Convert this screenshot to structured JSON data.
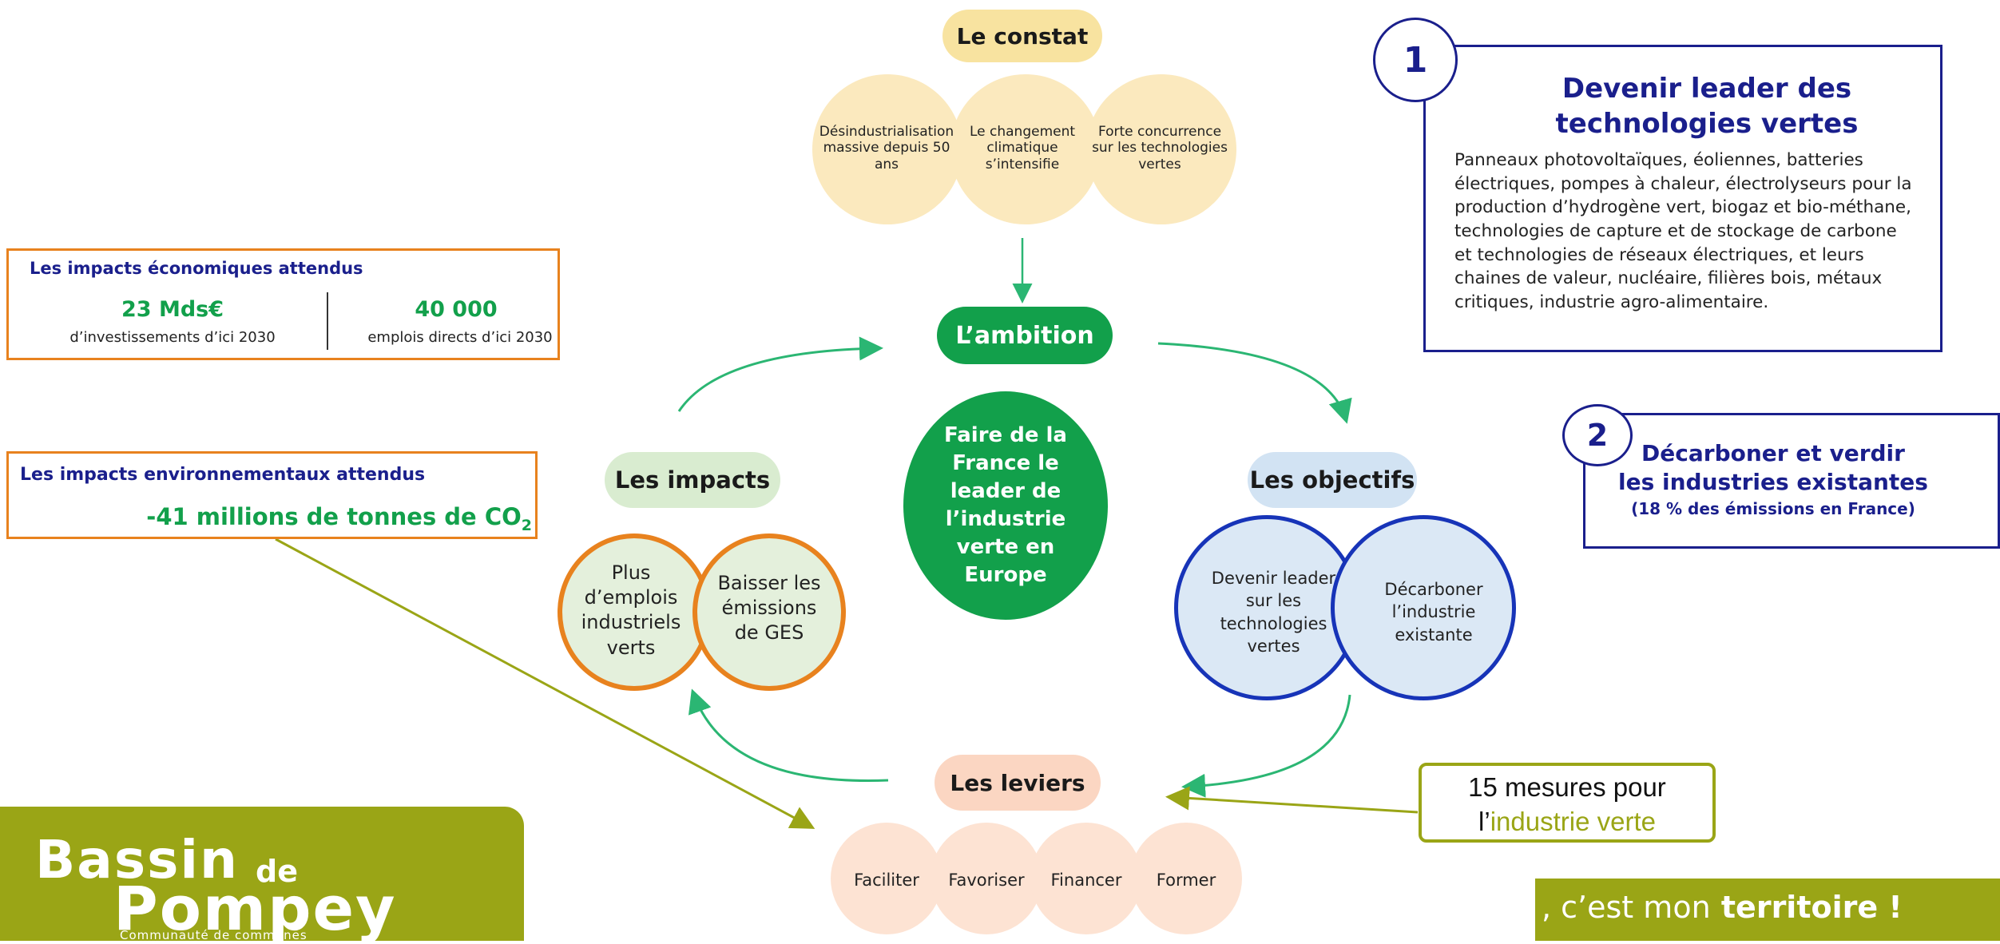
{
  "constat": {
    "title": "Le constat",
    "items": [
      "Désindustrialisation massive depuis 50 ans",
      "Le changement climatique s’intensifie",
      "Forte concurrence sur les technologies vertes"
    ]
  },
  "ambition": {
    "title": "L’ambition",
    "text": "Faire de la France le leader de l’industrie verte en Europe"
  },
  "impacts": {
    "title": "Les impacts",
    "items": [
      "Plus d’emplois industriels verts",
      "Baisser les émissions de GES"
    ]
  },
  "objectifs": {
    "title": "Les objectifs",
    "items": [
      "Devenir leader sur les technologies vertes",
      "Décarboner l’industrie existante"
    ]
  },
  "leviers": {
    "title": "Les leviers",
    "items": [
      "Faciliter",
      "Favoriser",
      "Financer",
      "Former"
    ]
  },
  "eco_box": {
    "title": "Les impacts économiques attendus",
    "stat1_value": "23 Mds€",
    "stat1_label": "d’investissements d’ici 2030",
    "stat2_value": "40 000",
    "stat2_label": "emplois directs d’ici 2030"
  },
  "env_box": {
    "title": "Les impacts environnementaux attendus",
    "value_main": "-41 millions de tonnes de CO",
    "value_sub": "2"
  },
  "box1": {
    "number": "1",
    "title_line1": "Devenir leader des",
    "title_line2": "technologies vertes",
    "body": "Panneaux photovoltaïques, éoliennes, batteries électriques, pompes à chaleur, électrolyseurs pour la production d’hydrogène vert, biogaz et bio-méthane, technologies de capture et de stockage de carbone et technologies de réseaux électriques, et leurs chaines de valeur, nucléaire, filières bois, métaux critiques, industrie agro-alimentaire."
  },
  "box2": {
    "number": "2",
    "title_line1": "Décarboner et verdir",
    "title_line2": "les industries existantes",
    "subtitle": "(18 % des émissions en France)"
  },
  "mesures": {
    "line1": "15 mesures pour",
    "line2_prefix": "l’",
    "line2_highlight": "industrie verte"
  },
  "logo": {
    "word1": "Bassin",
    "word2": "de",
    "word3": "Pompey",
    "subtitle": "Communauté de communes"
  },
  "slogan": {
    "part1": ", c’est ",
    "part2": "mon",
    "part3": " territoire !"
  },
  "colors": {
    "navy": "#1a1f8c",
    "green": "#12a04b",
    "orange": "#e8821e",
    "olive": "#9aa516",
    "yellow": "#f8e3a0",
    "peach": "#fbd6c2",
    "lightblue": "#d2e3f3",
    "lightgreen": "#d9ecd0"
  }
}
